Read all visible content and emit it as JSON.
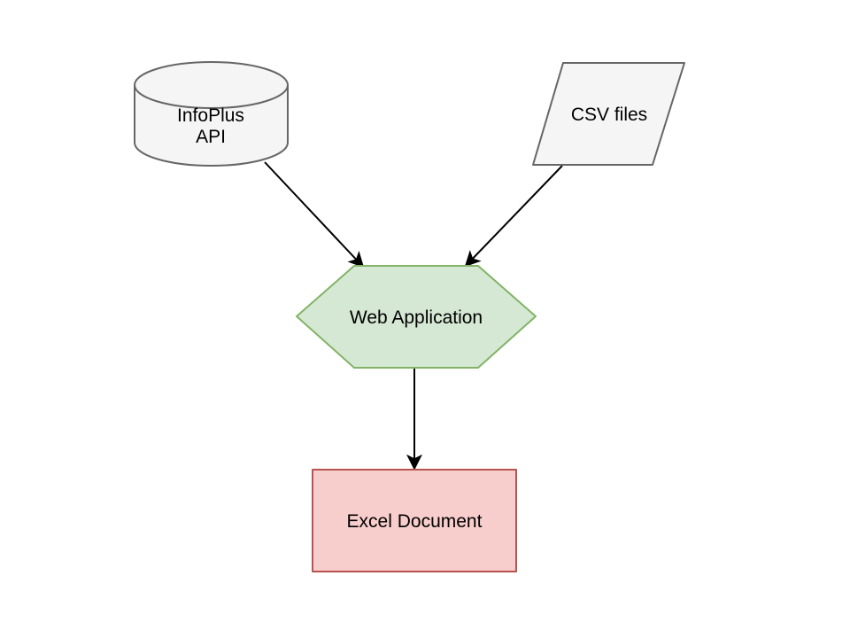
{
  "diagram": {
    "background_color": "#ffffff",
    "edge_color": "#000000",
    "nodes": {
      "infoplus_api": {
        "type": "cylinder",
        "lines": [
          "InfoPlus",
          "API"
        ],
        "fill": "#f5f5f5",
        "stroke": "#666666",
        "text_color": "#000000"
      },
      "csv_files": {
        "type": "parallelogram",
        "label": "CSV files",
        "fill": "#f5f5f5",
        "stroke": "#666666",
        "text_color": "#000000"
      },
      "web_application": {
        "type": "hexagon",
        "label": "Web Application",
        "fill": "#d5e8d4",
        "stroke": "#82b366",
        "text_color": "#000000"
      },
      "excel_document": {
        "type": "rectangle",
        "label": "Excel Document",
        "fill": "#f8cecc",
        "stroke": "#b85450",
        "text_color": "#000000"
      }
    },
    "edges": [
      {
        "from": "infoplus_api",
        "to": "web_application"
      },
      {
        "from": "csv_files",
        "to": "web_application"
      },
      {
        "from": "web_application",
        "to": "excel_document"
      }
    ]
  }
}
